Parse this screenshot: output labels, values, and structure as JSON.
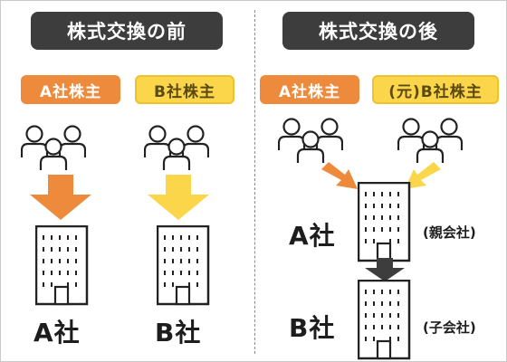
{
  "before": {
    "title": "株式交換の前",
    "shareholder_a": "A社株主",
    "shareholder_b": "B社株主",
    "company_a": "A社",
    "company_b": "B社"
  },
  "after": {
    "title": "株式交換の後",
    "shareholder_a": "A社株主",
    "shareholder_b": "(元)B社株主",
    "company_a": "A社",
    "company_a_role": "(親会社)",
    "company_b": "B社",
    "company_b_role": "(子会社)"
  },
  "colors": {
    "title_bg": "#3d3d3d",
    "shareholder_a": "#ee8a3c",
    "shareholder_b": "#fbd64b",
    "arrow_orange": "#ee8a3c",
    "arrow_yellow": "#fbd64b",
    "arrow_dark": "#3d3d3d"
  },
  "icons": [
    "people-group-icon",
    "building-icon",
    "down-arrow-icon"
  ]
}
